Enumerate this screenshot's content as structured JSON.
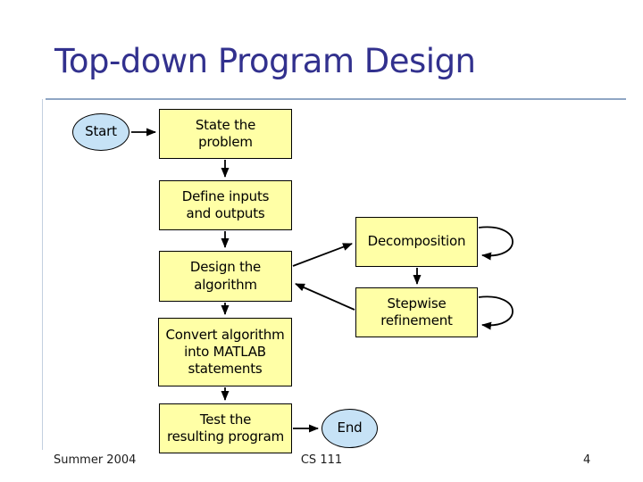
{
  "slide": {
    "title": "Top-down Program Design",
    "footer": {
      "left": "Summer 2004",
      "center": "CS 111",
      "page": "4"
    }
  },
  "flowchart": {
    "start": {
      "label": "Start",
      "shape": "ellipse"
    },
    "state": {
      "label": "State the\nproblem",
      "shape": "rect"
    },
    "define": {
      "label": "Define inputs\nand outputs",
      "shape": "rect"
    },
    "decomposition": {
      "label": "Decomposition",
      "shape": "rect"
    },
    "design": {
      "label": "Design the\nalgorithm",
      "shape": "rect"
    },
    "stepwise": {
      "label": "Stepwise\nrefinement",
      "shape": "rect"
    },
    "convert": {
      "label": "Convert algorithm\ninto MATLAB\nstatements",
      "shape": "rect"
    },
    "test": {
      "label": "Test the\nresulting program",
      "shape": "rect"
    },
    "end": {
      "label": "End",
      "shape": "ellipse"
    },
    "edges": [
      "start -> state",
      "state -> define",
      "define -> design",
      "design -> decomposition",
      "decomposition -> stepwise",
      "decomposition -> decomposition (self loop)",
      "stepwise -> design",
      "stepwise -> stepwise (self loop)",
      "design -> convert",
      "convert -> test",
      "test -> end"
    ]
  },
  "colors": {
    "title_color": "#32318e",
    "rule_color": "#8fa6c4",
    "rule_light_color": "#c3cfdf",
    "box_fill": "#ffffa6",
    "ellipse_fill": "#c6e2f6",
    "line_color": "#000000",
    "node_text_color": "#000000"
  }
}
